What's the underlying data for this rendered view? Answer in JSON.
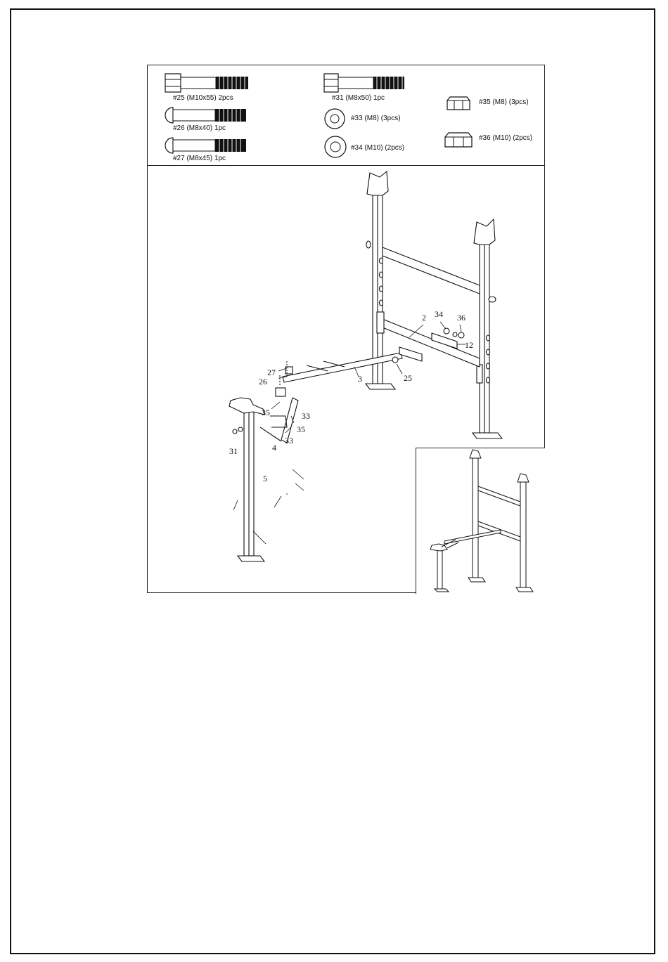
{
  "hardware": {
    "p25": "#25 (M10x55) 2pcs",
    "p26": "#26 (M8x40) 1pc",
    "p27": "#27 (M8x45) 1pc",
    "p31": "#31 (M8x50) 1pc",
    "p33": "#33 (M8)  (3pcs)",
    "p34": "#34 (M10)  (2pcs)",
    "p35": "#35 (M8)  (3pcs)",
    "p36": "#36 (M10)  (2pcs)"
  },
  "callouts": {
    "c2": "2",
    "c3": "3",
    "c4": "4",
    "c5": "5",
    "c12": "12",
    "c25": "25",
    "c26": "26",
    "c27": "27",
    "c31": "31",
    "c33a": "33",
    "c33b": "33",
    "c34": "34",
    "c35a": "35",
    "c35b": "35",
    "c36": "36"
  }
}
